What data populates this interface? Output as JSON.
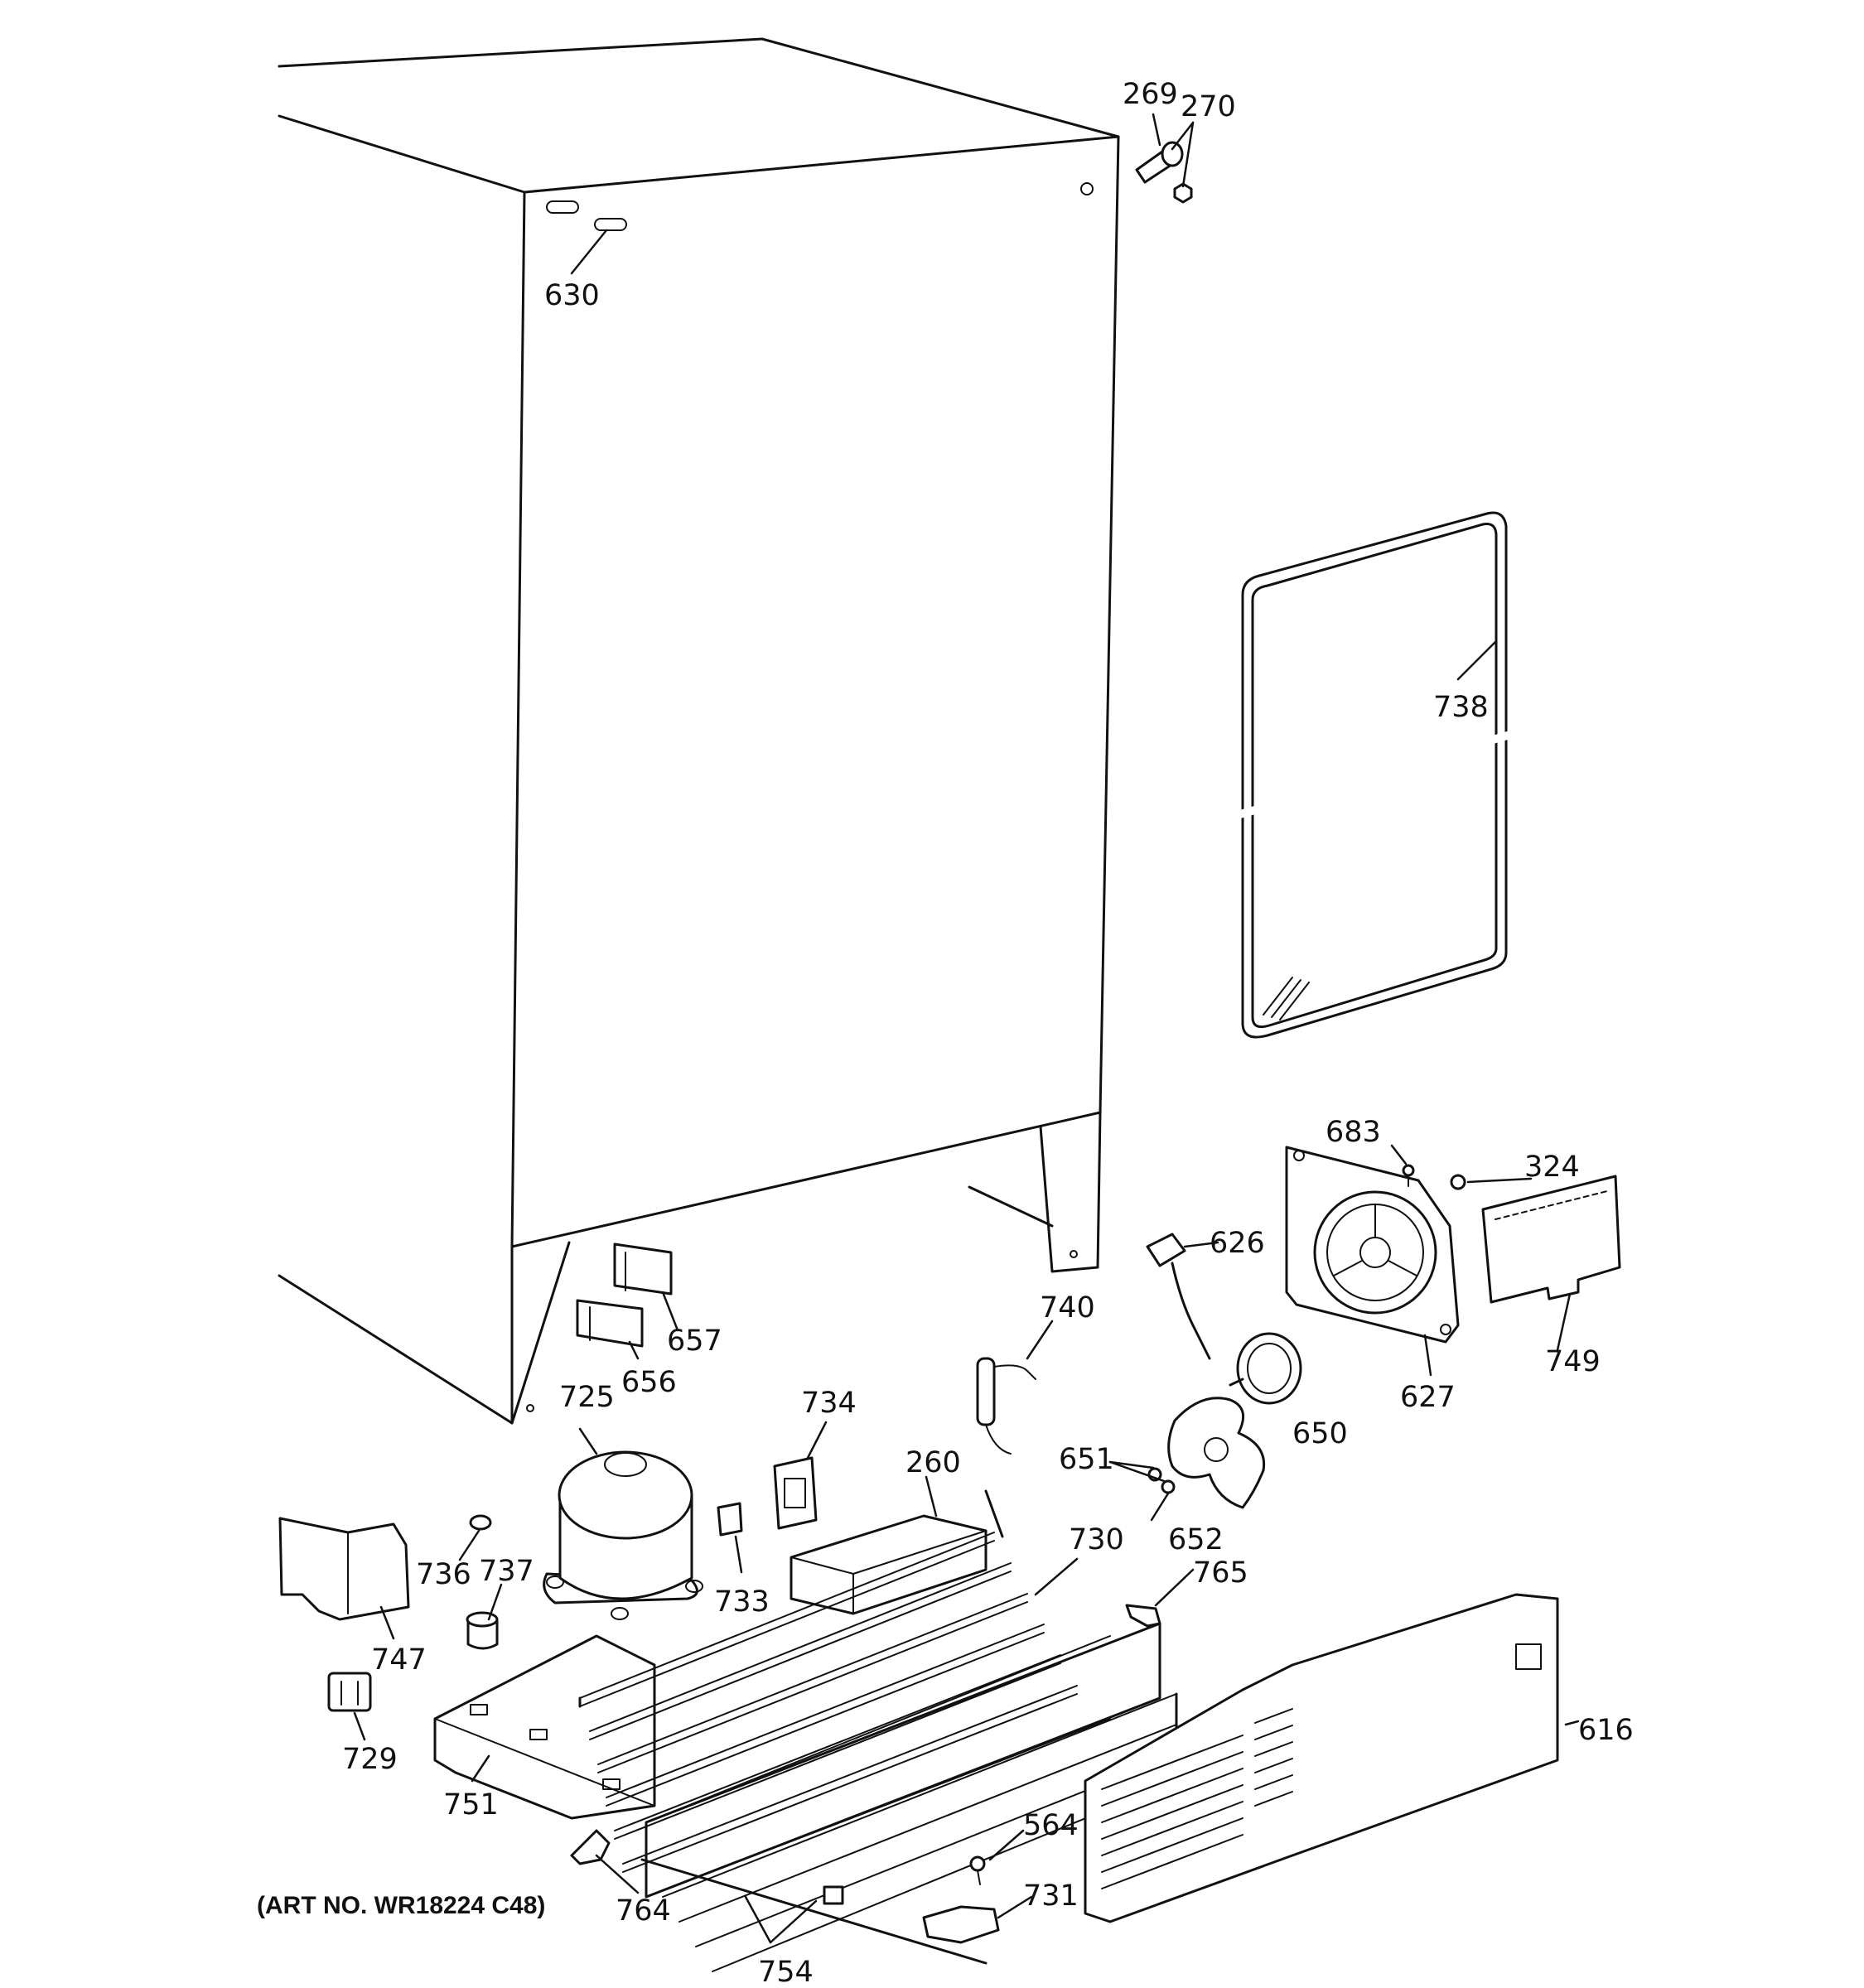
{
  "parts": {
    "p269": "269",
    "p270": "270",
    "p630": "630",
    "p738": "738",
    "p683": "683",
    "p324": "324",
    "p626": "626",
    "p657": "657",
    "p656": "656",
    "p740": "740",
    "p749": "749",
    "p627": "627",
    "p650": "650",
    "p725": "725",
    "p734": "734",
    "p651": "651",
    "p260": "260",
    "p652": "652",
    "p730": "730",
    "p765": "765",
    "p736": "736",
    "p737": "737",
    "p733": "733",
    "p747": "747",
    "p616": "616",
    "p729": "729",
    "p751": "751",
    "p564": "564",
    "p731": "731",
    "p764": "764",
    "p754": "754"
  },
  "footer": {
    "art_number": "(ART NO. WR18224 C48)"
  }
}
